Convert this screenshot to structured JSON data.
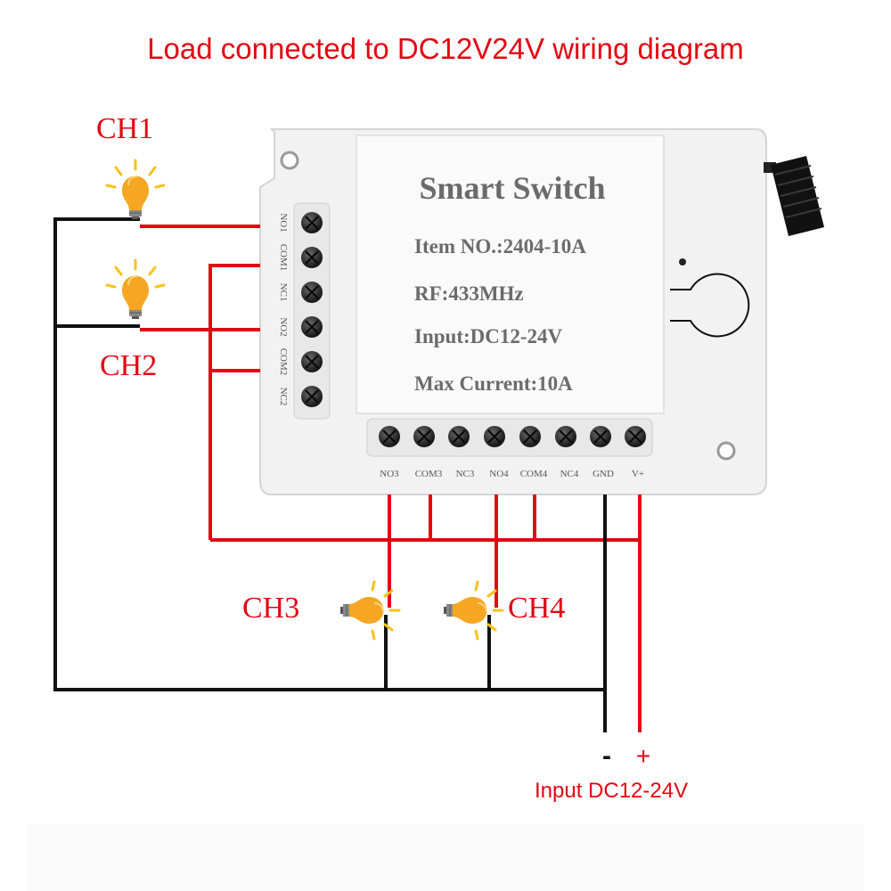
{
  "title": "Load connected to DC12V24V wiring diagram",
  "module": {
    "name": "Smart Switch",
    "specs": [
      "Item NO.:2404-10A",
      "RF:433MHz",
      "Input:DC12-24V",
      "Max Current:10A"
    ]
  },
  "side_terminals": [
    "NO1",
    "COM1",
    "NC1",
    "NO2",
    "COM2",
    "NC2"
  ],
  "bottom_terminals": [
    "NO3",
    "COM3",
    "NC3",
    "NO4",
    "COM4",
    "NC4",
    "GND",
    "V+"
  ],
  "channels": [
    "CH1",
    "CH2",
    "CH3",
    "CH4"
  ],
  "polarity": {
    "negative": "-",
    "positive": "+"
  },
  "input_label": "Input DC12-24V",
  "colors": {
    "title_red": "#e30613",
    "wire_red": "#e30613",
    "wire_black": "#111111",
    "module_white": "#f4f4f4",
    "module_edge": "#d0d0d0",
    "terminal_dark": "#2b2b2b",
    "bulb_orange": "#f5a623",
    "ray_yellow": "#f8c21c"
  },
  "icons": [
    "light-bulb-icon",
    "antenna-icon",
    "mounting-hole-icon",
    "pairing-button-icon"
  ]
}
